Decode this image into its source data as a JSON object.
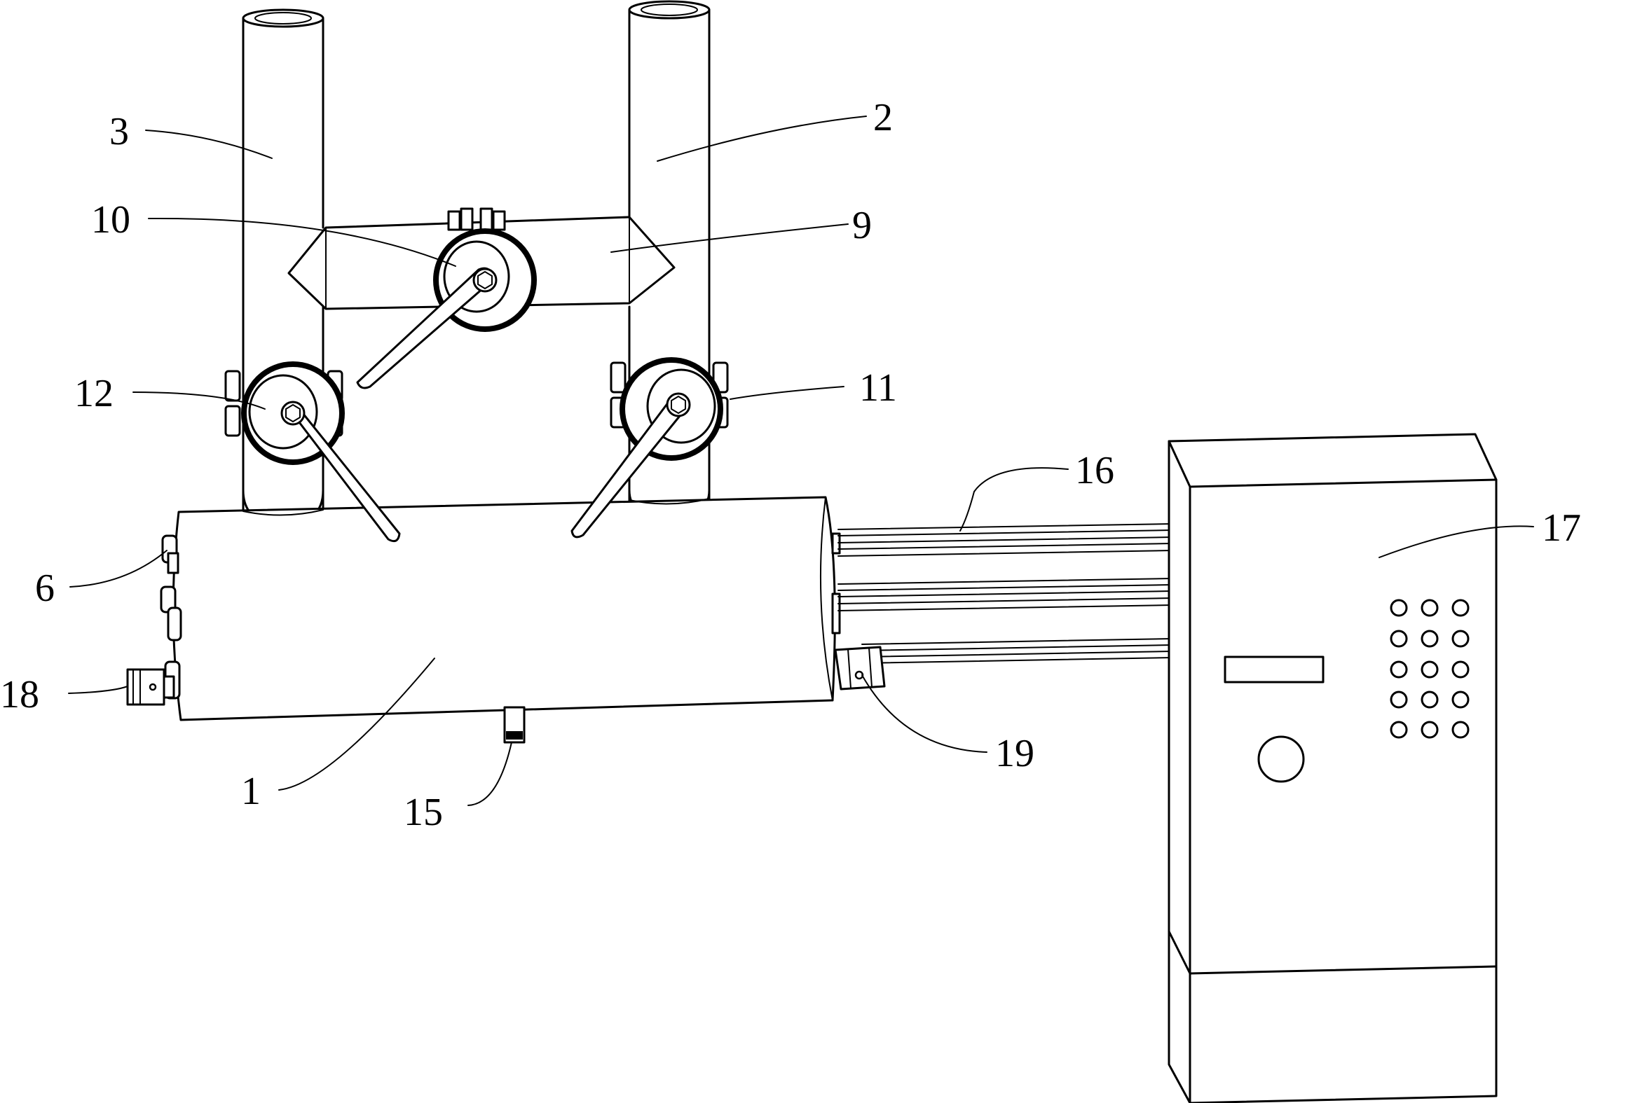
{
  "diagram": {
    "labels": {
      "l1": "1",
      "l2": "2",
      "l3": "3",
      "l6": "6",
      "l9": "9",
      "l10": "10",
      "l11": "11",
      "l12": "12",
      "l15": "15",
      "l16": "16",
      "l17": "17",
      "l18": "18",
      "l19": "19"
    },
    "colors": {
      "line": "#000000",
      "background": "#ffffff"
    }
  }
}
